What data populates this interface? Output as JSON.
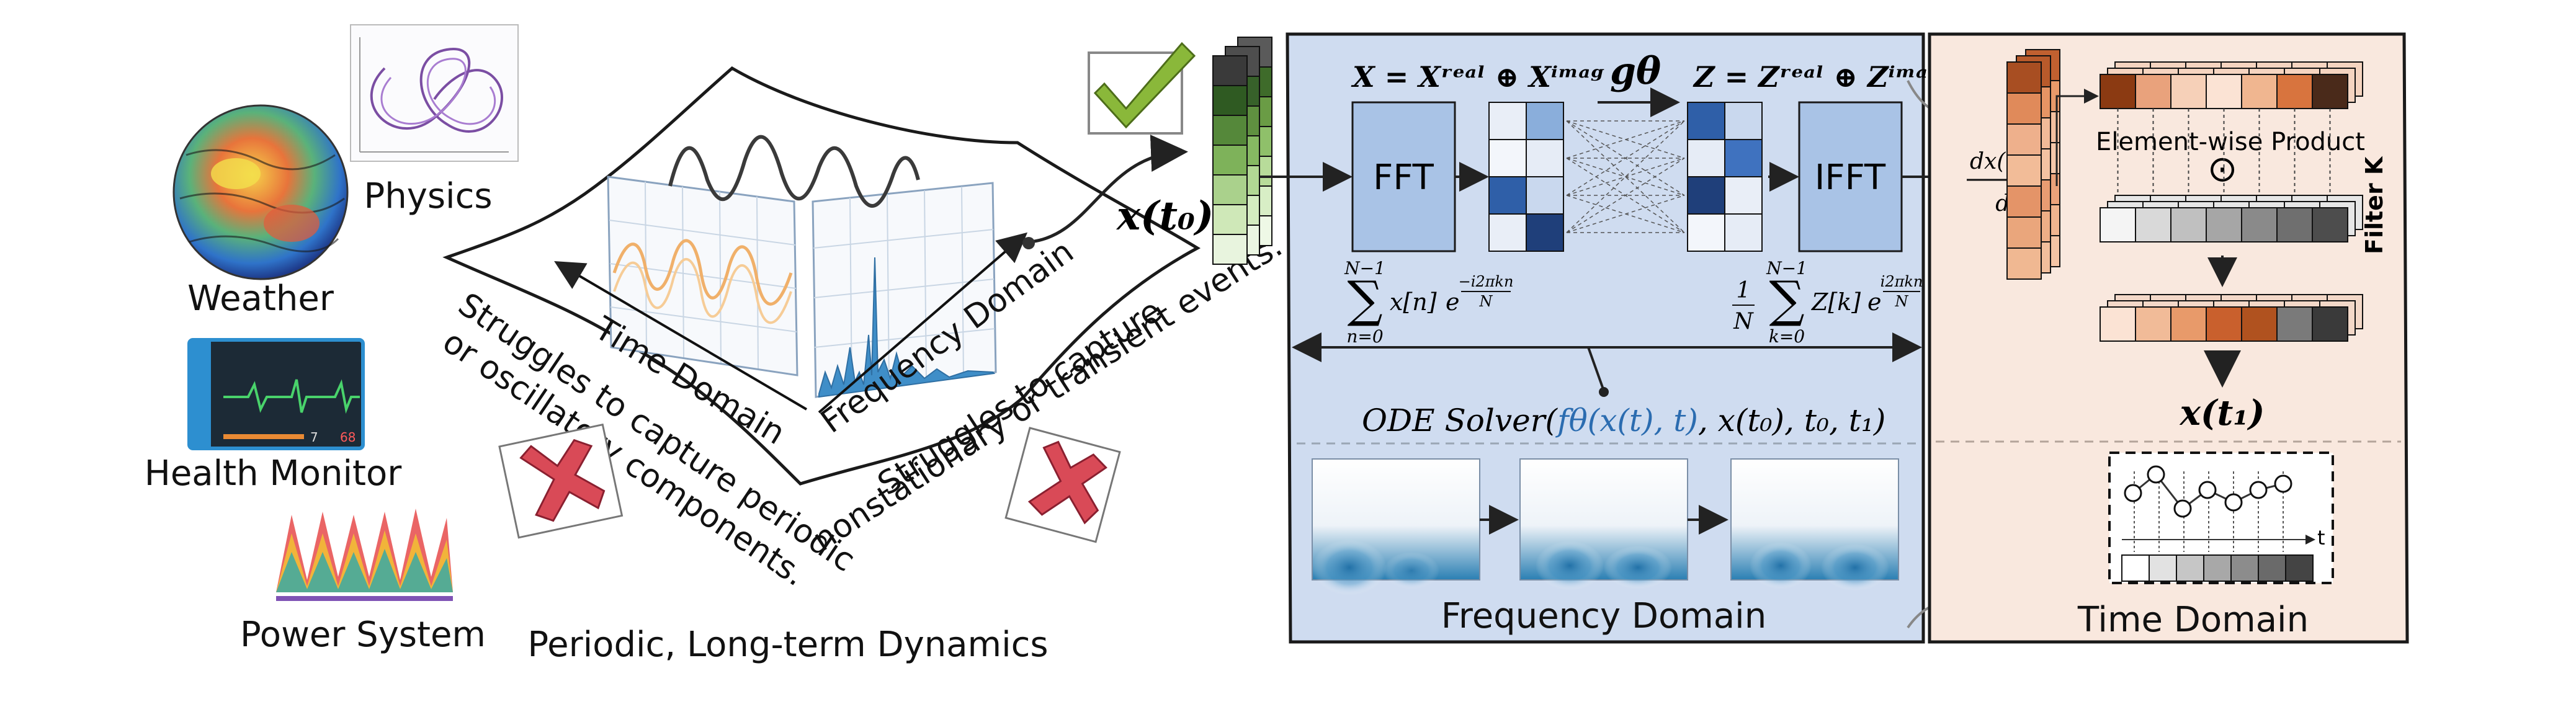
{
  "left_panel": {
    "apps": {
      "weather": "Weather",
      "physics": "Physics",
      "health_monitor": "Health Monitor",
      "power_system": "Power System"
    },
    "health_readout": {
      "left": "7",
      "right": "68"
    },
    "terrain": {
      "time_domain": "Time Domain",
      "frequency_domain": "Frequency Domain",
      "struggle_time_1": "Struggles to capture periodic",
      "struggle_time_2": "or oscillatory components.",
      "struggle_freq_1": "Struggles to capture",
      "struggle_freq_2": "nonstationary or transient events."
    },
    "caption": "Periodic, Long-term Dynamics",
    "input_label": "x(t₀)"
  },
  "middle_panel": {
    "eq_x": "X = Xʳᵉᵃˡ ⊕ Xⁱᵐᵃᵍ",
    "eq_g": "gθ",
    "eq_z": "Z = Zʳᵉᵃˡ ⊕ Zⁱᵐᵃᵍ",
    "fft_label": "FFT",
    "ifft_label": "IFFT",
    "fft_sum_upper": "N−1",
    "fft_sum_lower": "n=0",
    "fft_term": "x[n]",
    "fft_exp_num": "−i2πkn",
    "fft_exp_den": "N",
    "ifft_frac_num": "1",
    "ifft_frac_den": "N",
    "ifft_sum_upper": "N−1",
    "ifft_sum_lower": "k=0",
    "ifft_term": "Z[k]",
    "ifft_exp_num": "i2πkn",
    "ifft_exp_den": "N",
    "ode_prefix": "ODE Solver(",
    "ode_f": "fθ(x(t), t)",
    "ode_suffix": ", x(t₀), t₀, t₁)",
    "caption": "Frequency Domain"
  },
  "right_panel": {
    "deriv_num": "dx(t₀)",
    "deriv_den": "dt",
    "elementwise_label": "Element-wise Product",
    "odot_symbol": "⊙",
    "filter_label": "Filter K",
    "output_label": "x(t₁)",
    "t_axis": "t",
    "caption": "Time Domain"
  },
  "colors": {
    "middle_bg": "#cfdcf0",
    "right_bg": "#f9e8de",
    "fft_box": "#a9c3e6",
    "blue_dark": "#1f3f7a",
    "orange_dark": "#8b3a12",
    "red_cross": "#d94a57",
    "green_check": "#8ab83a",
    "ode_blue": "#2b6cb0"
  },
  "icons": [
    "globe-weather-icon",
    "lorenz-attractor-icon",
    "heart-monitor-icon",
    "power-stack-icon",
    "check-icon",
    "cross-icon"
  ]
}
